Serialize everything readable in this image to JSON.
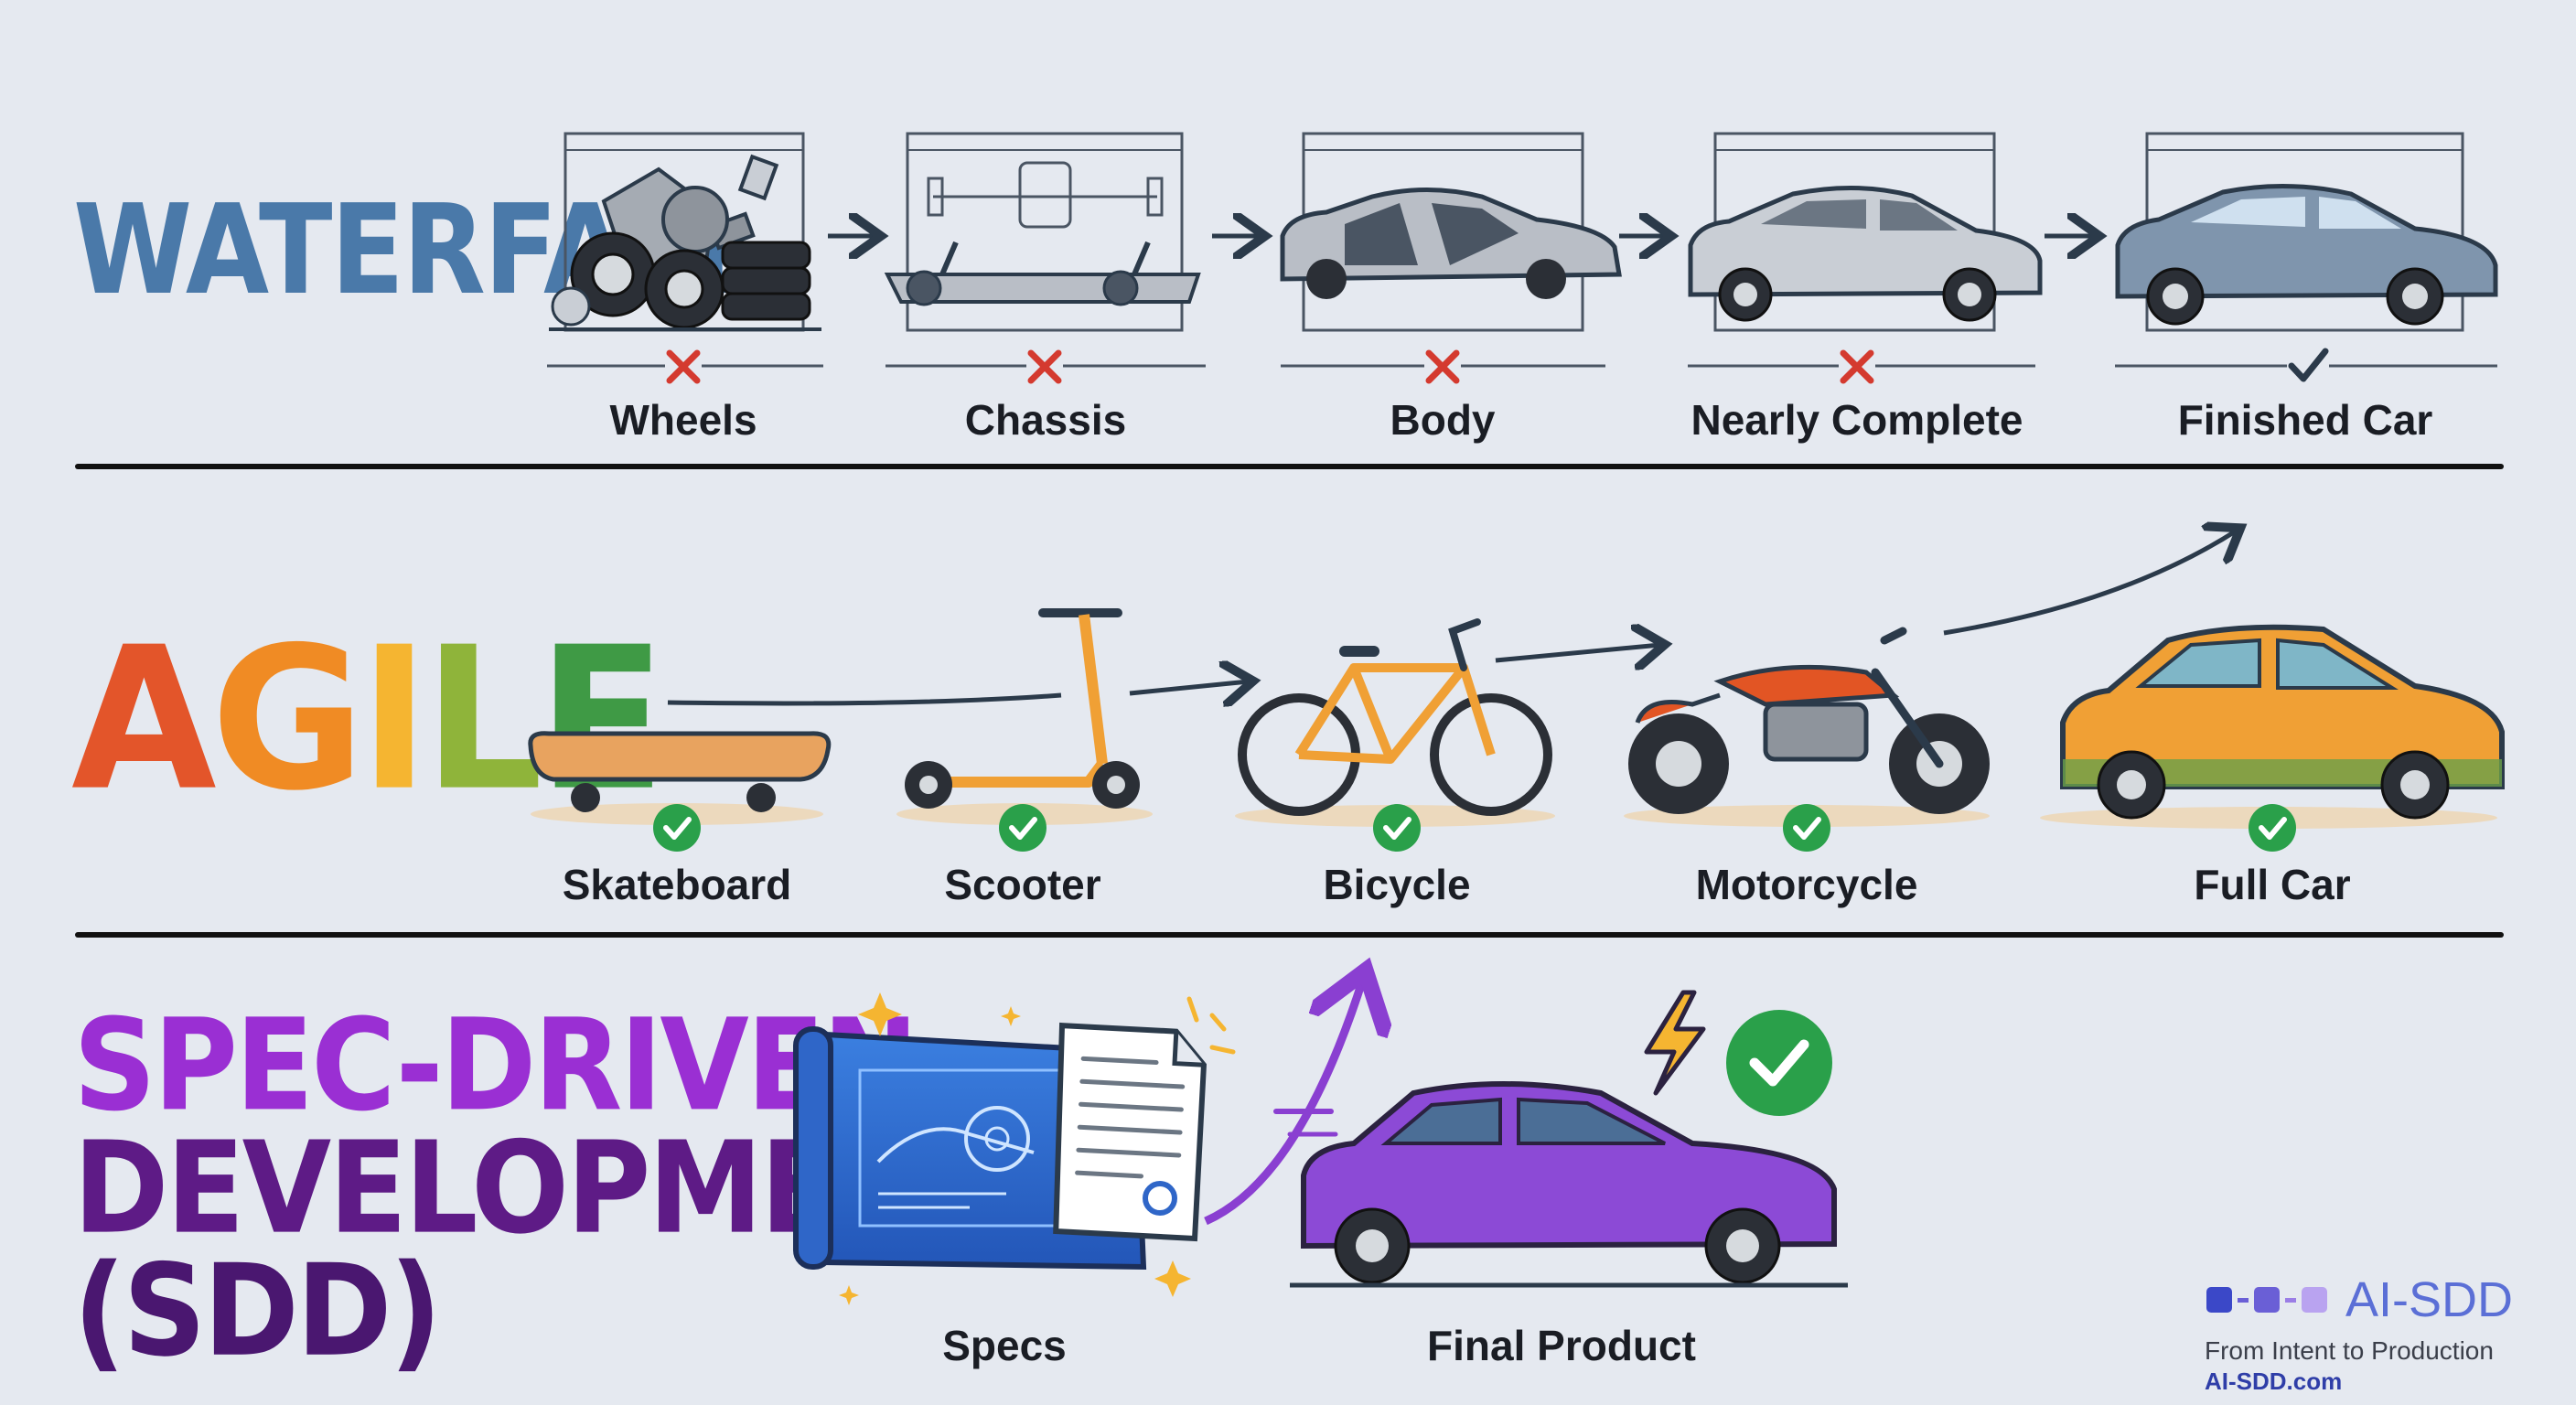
{
  "sections": {
    "waterfall": {
      "title": "WATERFALL",
      "steps": [
        {
          "label": "Wheels",
          "status": "cross"
        },
        {
          "label": "Chassis",
          "status": "cross"
        },
        {
          "label": "Body",
          "status": "cross"
        },
        {
          "label": "Nearly Complete",
          "status": "cross"
        },
        {
          "label": "Finished Car",
          "status": "check"
        }
      ]
    },
    "agile": {
      "title": "AGILE",
      "title_colors": [
        "#e3552a",
        "#f08b24",
        "#f5b531",
        "#8fb43a",
        "#3f9a45"
      ],
      "steps": [
        {
          "label": "Skateboard",
          "status": "check"
        },
        {
          "label": "Scooter",
          "status": "check"
        },
        {
          "label": "Bicycle",
          "status": "check"
        },
        {
          "label": "Motorcycle",
          "status": "check"
        },
        {
          "label": "Full Car",
          "status": "check"
        }
      ]
    },
    "sdd": {
      "title_line1": "SPEC-DRIVEN",
      "title_line2": "DEVELOPMENT",
      "title_line3": "(SDD)",
      "steps": [
        {
          "label": "Specs"
        },
        {
          "label": "Final Product"
        }
      ]
    }
  },
  "brand": {
    "name": "AI-SDD",
    "tagline": "From Intent to Production",
    "url": "AI-SDD.com"
  },
  "colors": {
    "background": "#e5e9f0",
    "cross": "#d43a2f",
    "check_dark": "#2b3a4a",
    "check_green": "#2aa04a",
    "agile_orange": "#f0a035",
    "sdd_purple": "#8a3fd1"
  }
}
